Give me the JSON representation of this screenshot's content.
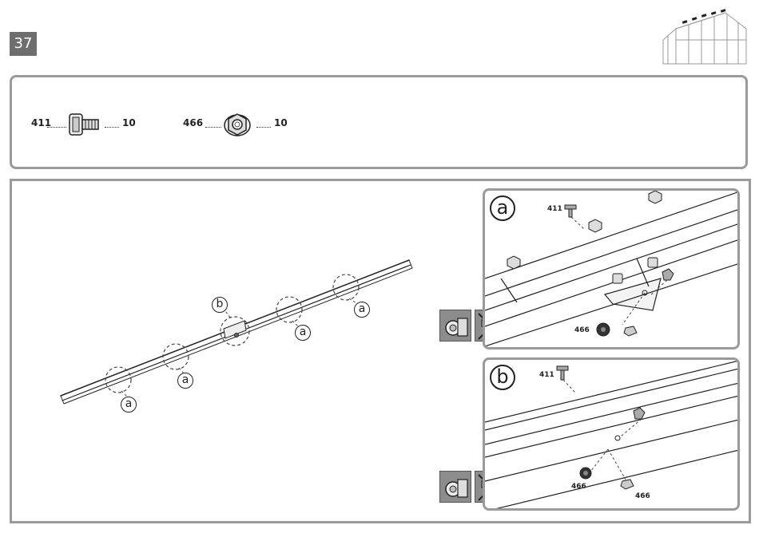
{
  "step": {
    "number": "37"
  },
  "parts": [
    {
      "code": "411",
      "qty": "10",
      "icon": "square-bolt-icon"
    },
    {
      "code": "466",
      "qty": "10",
      "icon": "flange-nut-icon"
    }
  ],
  "callouts": {
    "a": "a",
    "b": "b"
  },
  "details": {
    "a": {
      "letter": "a",
      "bolt_label": "411",
      "nut_label": "466"
    },
    "b": {
      "letter": "b",
      "bolt_label": "411",
      "nut_label_1": "466",
      "nut_label_2": "466"
    }
  },
  "colors": {
    "frame": "#9a9a9a",
    "badge": "#6e6e6e",
    "tool_bg": "#8c8c8c"
  }
}
